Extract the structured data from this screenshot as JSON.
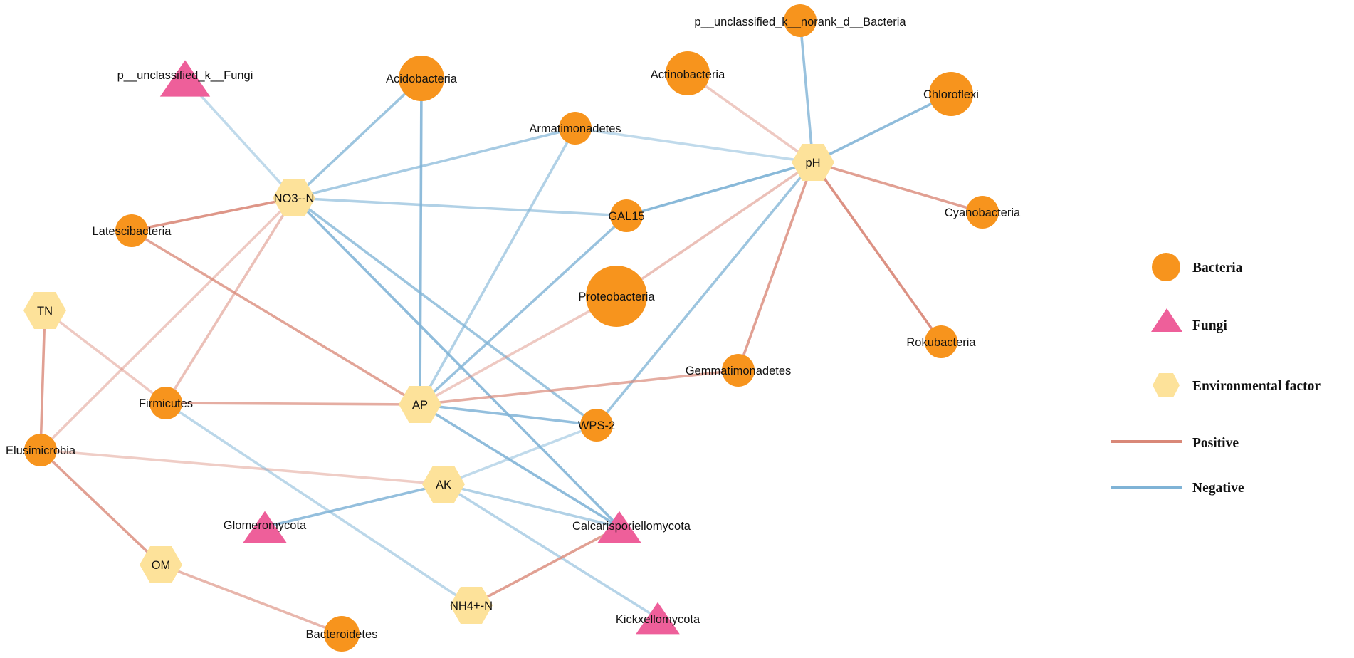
{
  "diagram": {
    "colors": {
      "bacteria": "#f7941d",
      "fungi": "#ee5f9a",
      "environmental_factor": "#fde29a",
      "positive": "#d98878",
      "negative": "#7fb3d6"
    },
    "nodes": [
      {
        "id": "unclass-fungi",
        "label": "p__unclassified_k__Fungi",
        "type": "fungi"
      },
      {
        "id": "acidobacteria",
        "label": "Acidobacteria",
        "type": "bacteria"
      },
      {
        "id": "actinobacteria",
        "label": "Actinobacteria",
        "type": "bacteria"
      },
      {
        "id": "unclass-bacteria",
        "label": "p__unclassified_k__norank_d__Bacteria",
        "type": "bacteria"
      },
      {
        "id": "chloroflexi",
        "label": "Chloroflexi",
        "type": "bacteria"
      },
      {
        "id": "armatimonadetes",
        "label": "Armatimonadetes",
        "type": "bacteria"
      },
      {
        "id": "ph",
        "label": "pH",
        "type": "environmental_factor"
      },
      {
        "id": "no3n",
        "label": "NO3--N",
        "type": "environmental_factor"
      },
      {
        "id": "gal15",
        "label": "GAL15",
        "type": "bacteria"
      },
      {
        "id": "cyanobacteria",
        "label": "Cyanobacteria",
        "type": "bacteria"
      },
      {
        "id": "latescibacteria",
        "label": "Latescibacteria",
        "type": "bacteria"
      },
      {
        "id": "proteobacteria",
        "label": "Proteobacteria",
        "type": "bacteria"
      },
      {
        "id": "tn",
        "label": "TN",
        "type": "environmental_factor"
      },
      {
        "id": "rokubacteria",
        "label": "Rokubacteria",
        "type": "bacteria"
      },
      {
        "id": "gemmatimonadetes",
        "label": "Gemmatimonadetes",
        "type": "bacteria"
      },
      {
        "id": "firmicutes",
        "label": "Firmicutes",
        "type": "bacteria"
      },
      {
        "id": "ap",
        "label": "AP",
        "type": "environmental_factor"
      },
      {
        "id": "wps2",
        "label": "WPS-2",
        "type": "bacteria"
      },
      {
        "id": "elusimicrobia",
        "label": "Elusimicrobia",
        "type": "bacteria"
      },
      {
        "id": "ak",
        "label": "AK",
        "type": "environmental_factor"
      },
      {
        "id": "glomeromycota",
        "label": "Glomeromycota",
        "type": "fungi"
      },
      {
        "id": "calcarisporiellomycota",
        "label": "Calcarisporiellomycota",
        "type": "fungi"
      },
      {
        "id": "om",
        "label": "OM",
        "type": "environmental_factor"
      },
      {
        "id": "nh4n",
        "label": "NH4+-N",
        "type": "environmental_factor"
      },
      {
        "id": "kickxellomycota",
        "label": "Kickxellomycota",
        "type": "fungi"
      },
      {
        "id": "bacteroidetes",
        "label": "Bacteroidetes",
        "type": "bacteria"
      }
    ],
    "edges": [
      {
        "source": "no3n",
        "target": "unclass-fungi",
        "sign": "negative",
        "strength": 0.35
      },
      {
        "source": "no3n",
        "target": "acidobacteria",
        "sign": "negative",
        "strength": 0.7
      },
      {
        "source": "no3n",
        "target": "armatimonadetes",
        "sign": "negative",
        "strength": 0.6
      },
      {
        "source": "no3n",
        "target": "gal15",
        "sign": "negative",
        "strength": 0.5
      },
      {
        "source": "no3n",
        "target": "latescibacteria",
        "sign": "positive",
        "strength": 0.85
      },
      {
        "source": "no3n",
        "target": "firmicutes",
        "sign": "positive",
        "strength": 0.4
      },
      {
        "source": "no3n",
        "target": "elusimicrobia",
        "sign": "positive",
        "strength": 0.3
      },
      {
        "source": "no3n",
        "target": "wps2",
        "sign": "negative",
        "strength": 0.7
      },
      {
        "source": "no3n",
        "target": "calcarisporiellomycota",
        "sign": "negative",
        "strength": 0.85
      },
      {
        "source": "ph",
        "target": "unclass-bacteria",
        "sign": "negative",
        "strength": 0.75
      },
      {
        "source": "ph",
        "target": "actinobacteria",
        "sign": "positive",
        "strength": 0.3
      },
      {
        "source": "ph",
        "target": "chloroflexi",
        "sign": "negative",
        "strength": 0.85
      },
      {
        "source": "ph",
        "target": "armatimonadetes",
        "sign": "negative",
        "strength": 0.35
      },
      {
        "source": "ph",
        "target": "gal15",
        "sign": "negative",
        "strength": 0.9
      },
      {
        "source": "ph",
        "target": "cyanobacteria",
        "sign": "positive",
        "strength": 0.75
      },
      {
        "source": "ph",
        "target": "rokubacteria",
        "sign": "positive",
        "strength": 0.9
      },
      {
        "source": "ph",
        "target": "proteobacteria",
        "sign": "positive",
        "strength": 0.4
      },
      {
        "source": "ph",
        "target": "gemmatimonadetes",
        "sign": "positive",
        "strength": 0.75
      },
      {
        "source": "ph",
        "target": "wps2",
        "sign": "negative",
        "strength": 0.7
      },
      {
        "source": "ap",
        "target": "acidobacteria",
        "sign": "negative",
        "strength": 0.85
      },
      {
        "source": "ap",
        "target": "armatimonadetes",
        "sign": "negative",
        "strength": 0.5
      },
      {
        "source": "ap",
        "target": "gal15",
        "sign": "negative",
        "strength": 0.75
      },
      {
        "source": "ap",
        "target": "proteobacteria",
        "sign": "positive",
        "strength": 0.3
      },
      {
        "source": "ap",
        "target": "latescibacteria",
        "sign": "positive",
        "strength": 0.7
      },
      {
        "source": "ap",
        "target": "firmicutes",
        "sign": "positive",
        "strength": 0.6
      },
      {
        "source": "ap",
        "target": "gemmatimonadetes",
        "sign": "positive",
        "strength": 0.6
      },
      {
        "source": "ap",
        "target": "wps2",
        "sign": "negative",
        "strength": 0.8
      },
      {
        "source": "ap",
        "target": "calcarisporiellomycota",
        "sign": "negative",
        "strength": 0.85
      },
      {
        "source": "tn",
        "target": "elusimicrobia",
        "sign": "positive",
        "strength": 0.75
      },
      {
        "source": "tn",
        "target": "firmicutes",
        "sign": "positive",
        "strength": 0.3
      },
      {
        "source": "elusimicrobia",
        "target": "ak",
        "sign": "positive",
        "strength": 0.25
      },
      {
        "source": "elusimicrobia",
        "target": "om",
        "sign": "positive",
        "strength": 0.75
      },
      {
        "source": "ak",
        "target": "glomeromycota",
        "sign": "negative",
        "strength": 0.8
      },
      {
        "source": "ak",
        "target": "wps2",
        "sign": "negative",
        "strength": 0.35
      },
      {
        "source": "ak",
        "target": "calcarisporiellomycota",
        "sign": "negative",
        "strength": 0.5
      },
      {
        "source": "ak",
        "target": "kickxellomycota",
        "sign": "negative",
        "strength": 0.45
      },
      {
        "source": "firmicutes",
        "target": "nh4n",
        "sign": "negative",
        "strength": 0.4
      },
      {
        "source": "nh4n",
        "target": "calcarisporiellomycota",
        "sign": "positive",
        "strength": 0.75
      },
      {
        "source": "om",
        "target": "bacteroidetes",
        "sign": "positive",
        "strength": 0.5
      }
    ],
    "legend": [
      {
        "label": "Bacteria",
        "kind": "bacteria"
      },
      {
        "label": "Fungi",
        "kind": "fungi"
      },
      {
        "label": "Environmental factor",
        "kind": "environmental_factor"
      },
      {
        "label": "Positive",
        "kind": "positive"
      },
      {
        "label": "Negative",
        "kind": "negative"
      }
    ]
  }
}
